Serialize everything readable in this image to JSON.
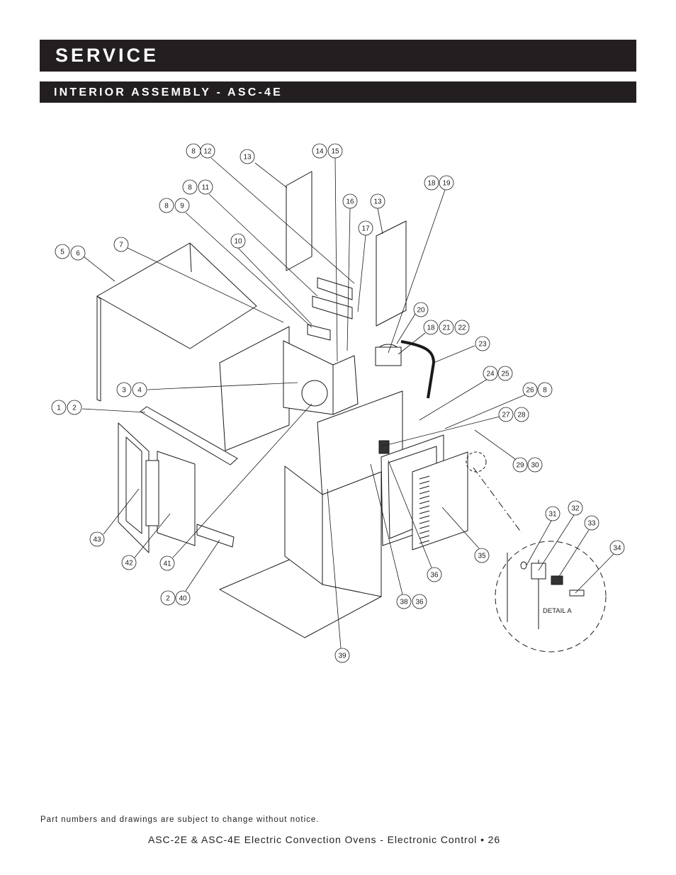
{
  "header": {
    "section_title": "SERVICE",
    "subsection_title": "INTERIOR ASSEMBLY - ASC-4E"
  },
  "diagram": {
    "callouts": [
      "1",
      "2",
      "3",
      "4",
      "5",
      "6",
      "7",
      "8",
      "9",
      "10",
      "11",
      "12",
      "13",
      "14",
      "15",
      "16",
      "17",
      "18",
      "19",
      "20",
      "21",
      "22",
      "23",
      "24",
      "25",
      "26",
      "27",
      "28",
      "29",
      "30",
      "31",
      "32",
      "33",
      "34",
      "35",
      "36",
      "38",
      "39",
      "40",
      "41",
      "42",
      "43"
    ],
    "detail_label": "DETAIL A"
  },
  "footer": {
    "notice": "Part numbers and drawings are subject to change without notice.",
    "page_line": "ASC-2E & ASC-4E Electric Convection Ovens - Electronic Control • 26"
  }
}
